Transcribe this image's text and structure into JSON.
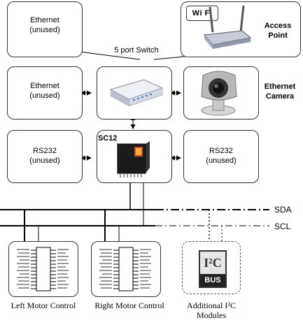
{
  "nodes": {
    "eth_top_left": [
      "Ethernet",
      "(unused)"
    ],
    "access_point": [
      "Access",
      "Point"
    ],
    "wifi_logo": "Wi Fi",
    "eth_mid_left": [
      "Ethernet",
      "(unused)"
    ],
    "eth_camera": [
      "Ethernet",
      "Camera"
    ],
    "rs232_left": [
      "RS232",
      "(unused)"
    ],
    "sc12": "SC12",
    "rs232_right": [
      "RS232",
      "(unused)"
    ],
    "switch_label": "5 port Switch",
    "sda": "SDA",
    "scl": "SCL",
    "left_motor": "Left Motor Control",
    "right_motor": "Right Motor Control",
    "additional_i2c": [
      "Additional I²C",
      "Modules"
    ],
    "i2c_logo": [
      "I²C",
      "BUS"
    ]
  },
  "colors": {
    "line": "#000000",
    "box_border": "#333333"
  }
}
